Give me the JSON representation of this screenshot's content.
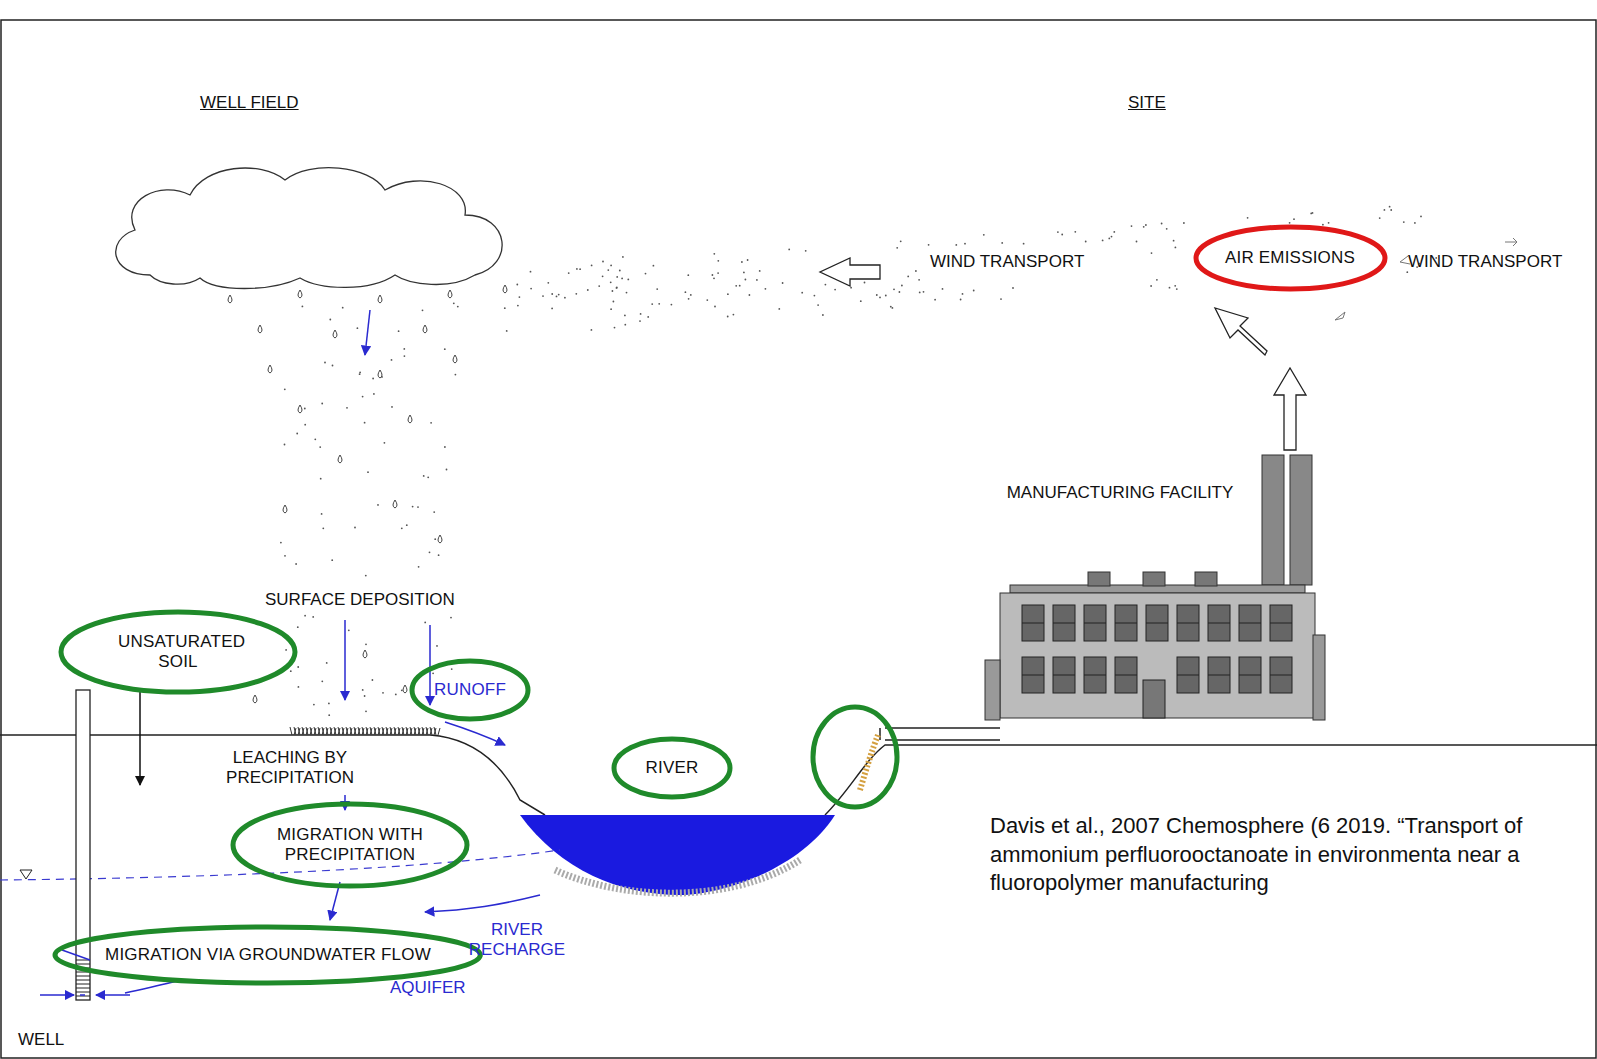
{
  "diagram": {
    "nodes": [
      {
        "text": [
          "AIR EMISSIONS"
        ]
      },
      {
        "text": [
          "UNSATURATED SOIL"
        ]
      },
      {
        "text": [
          "RUNOFF"
        ]
      },
      {
        "text": [
          "RIVER"
        ]
      },
      {
        "text": [
          "MIGRATION WITH PRECIPITATION"
        ]
      },
      {
        "text": [
          "MIGRATION VIA GROUNDWATER FLOW"
        ]
      }
    ],
    "labels": [
      "WELL FIELD",
      "SITE",
      "WIND TRANSPORT",
      "WIND TRANSPORT",
      "MANUFACTURING FACILITY",
      "SURFACE DEPOSITION",
      "LEACHING BY PRECIPITATION",
      "RIVER RECHARGE",
      "AQUIFER",
      "WELL",
      "Davis et al., 2007 Chemosphere (6 2019. “Transport of ammonium perfluorooctanoate in environmenta near a fluoropolymer manufacturing"
    ]
  }
}
